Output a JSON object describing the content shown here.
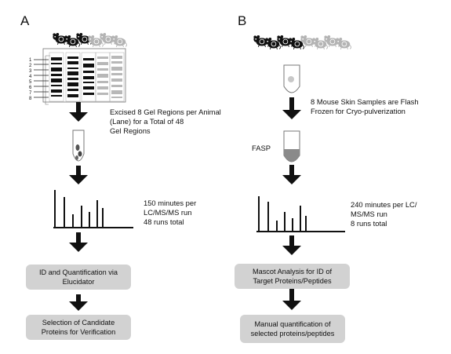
{
  "panel_a": {
    "letter": "A",
    "gel_text": "Excised 8 Gel Regions per Animal\n(Lane) for a Total of 48\nGel Regions",
    "run_text": "150 minutes per\nLC/MS/MS run\n48 runs total",
    "box1": "ID and Quantification via\nElucidator",
    "box2": "Selection of Candidate\nProteins for Verification",
    "gel_row_labels": [
      "1",
      "2",
      "3",
      "4",
      "5",
      "6",
      "7",
      "8"
    ],
    "mice_black_count": 3,
    "mice_gray_count": 3
  },
  "panel_b": {
    "letter": "B",
    "sample_text": "8 Mouse Skin Samples are Flash\nFrozen for Cryo-pulverization",
    "fasp_label": "FASP",
    "run_text": "240 minutes per LC/\nMS/MS run\n8 runs total",
    "box1": "Mascot Analysis for ID of\nTarget Proteins/Peptides",
    "box2": "Manual quantification of\nselected proteins/peptides",
    "mice_black_count": 4,
    "mice_gray_count": 4
  },
  "colors": {
    "box_fill": "#d2d2d2",
    "ink": "#111111",
    "gray_mouse": "#b4b4b4",
    "tube_fill": "#8a8a8a"
  }
}
